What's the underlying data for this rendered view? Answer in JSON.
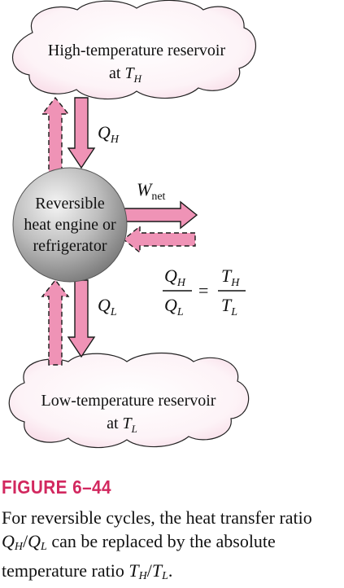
{
  "diagram": {
    "high_reservoir": {
      "line1": "High-temperature reservoir",
      "line2": "at ",
      "temp_symbol": "T",
      "temp_sub": "H"
    },
    "low_reservoir": {
      "line1": "Low-temperature reservoir",
      "line2": "at ",
      "temp_symbol": "T",
      "temp_sub": "L"
    },
    "engine": {
      "line1": "Reversible",
      "line2": "heat engine or",
      "line3": "refrigerator"
    },
    "heat_high": {
      "symbol": "Q",
      "sub": "H"
    },
    "heat_low": {
      "symbol": "Q",
      "sub": "L"
    },
    "work": {
      "symbol": "W",
      "sub": "net"
    },
    "equation": {
      "lhs_num": {
        "symbol": "Q",
        "sub": "H"
      },
      "lhs_den": {
        "symbol": "Q",
        "sub": "L"
      },
      "equals": "=",
      "rhs_num": {
        "symbol": "T",
        "sub": "H"
      },
      "rhs_den": {
        "symbol": "T",
        "sub": "L"
      }
    },
    "colors": {
      "arrow_fill": "#ef93b6",
      "arrow_stroke": "#1a1a1a",
      "sphere_center": "#e8e8e8",
      "sphere_edge": "#8a8a8a",
      "cloud_fill": "#fdf0f5",
      "accent": "#d2285f"
    }
  },
  "figure": {
    "label": "FIGURE 6–44",
    "caption": {
      "part1": "For reversible cycles, the heat transfer ratio ",
      "ratio1_num": "Q",
      "ratio1_num_sub": "H",
      "slash1": "/",
      "ratio1_den": "Q",
      "ratio1_den_sub": "L",
      "part2": " can be replaced by the absolute temperature ratio ",
      "ratio2_num": "T",
      "ratio2_num_sub": "H",
      "slash2": "/",
      "ratio2_den": "T",
      "ratio2_den_sub": "L",
      "part3": "."
    }
  }
}
